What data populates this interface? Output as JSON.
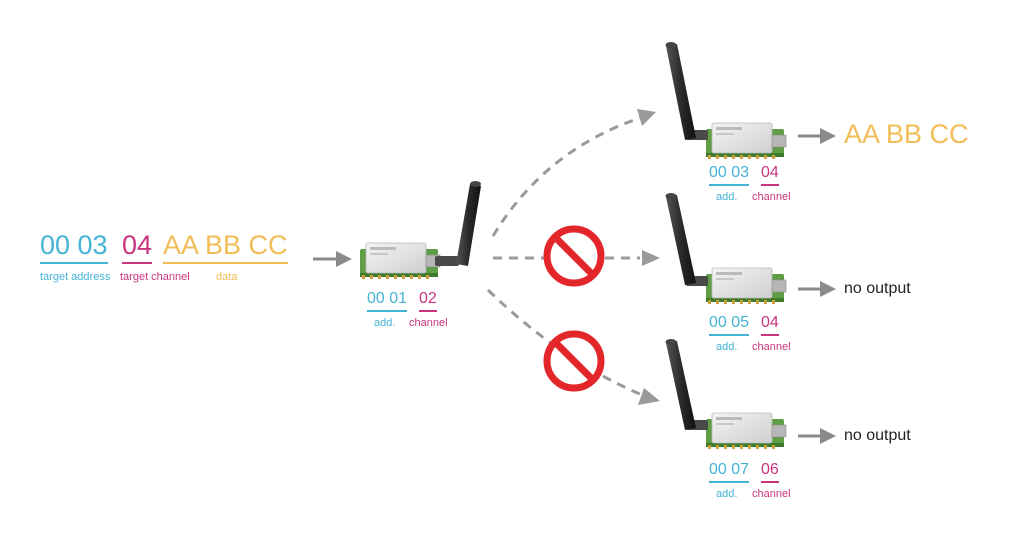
{
  "colors": {
    "address": "#45b3d6",
    "channel": "#c8357f",
    "data": "#f2bd56",
    "arrow": "#8a8a8a",
    "dash": "#9a9a9a",
    "prohibit": "#e2262a",
    "module_board": "#6aa84f",
    "module_shield": "#e6e6e6",
    "antenna": "#333333",
    "text_dark": "#222222"
  },
  "packet": {
    "address": "00 03",
    "channel": "04",
    "data": "AA BB CC",
    "address_label": "target address",
    "channel_label": "target channel",
    "data_label": "data"
  },
  "sender": {
    "address": "00 01",
    "channel": "02",
    "address_label": "add.",
    "channel_label": "channel",
    "icon": "radio-module-icon"
  },
  "receivers": [
    {
      "address": "00 03",
      "channel": "04",
      "address_label": "add.",
      "channel_label": "channel",
      "output": "AA BB CC",
      "blocked": false
    },
    {
      "address": "00 05",
      "channel": "04",
      "address_label": "add.",
      "channel_label": "channel",
      "output": "no output",
      "blocked": true
    },
    {
      "address": "00 07",
      "channel": "06",
      "address_label": "add.",
      "channel_label": "channel",
      "output": "no output",
      "blocked": true
    }
  ],
  "icons": {
    "module": "radio-module-icon",
    "blocked": "prohibited-icon",
    "arrow": "arrow-right-icon"
  }
}
